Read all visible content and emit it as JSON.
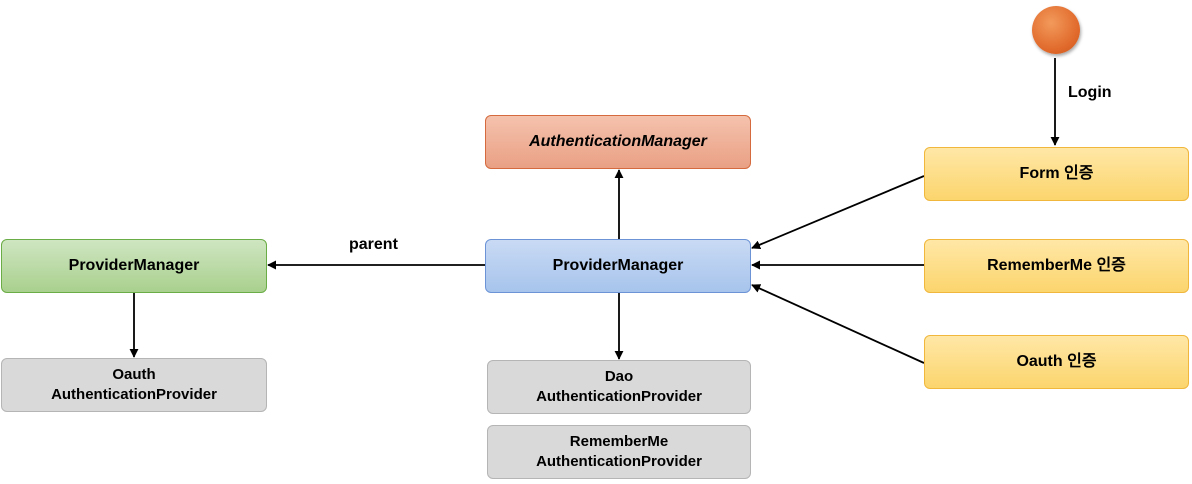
{
  "nodes": {
    "authentication_manager": "AuthenticationManager",
    "provider_manager_main": "ProviderManager",
    "provider_manager_parent": "ProviderManager",
    "oauth_provider": "Oauth\nAuthenticationProvider",
    "dao_provider": "Dao\nAuthenticationProvider",
    "rememberme_provider": "RememberMe\nAuthenticationProvider",
    "form_auth": "Form 인증",
    "rememberme_auth": "RememberMe 인증",
    "oauth_auth": "Oauth 인증"
  },
  "edge_labels": {
    "login": "Login",
    "parent": "parent"
  },
  "colors": {
    "abstract": "#e9a084",
    "main_manager": "#a7c4ec",
    "parent_manager": "#a9d08e",
    "provider": "#d9d9d9",
    "auth_filter": "#fbd56d",
    "start": "#e0692b"
  }
}
